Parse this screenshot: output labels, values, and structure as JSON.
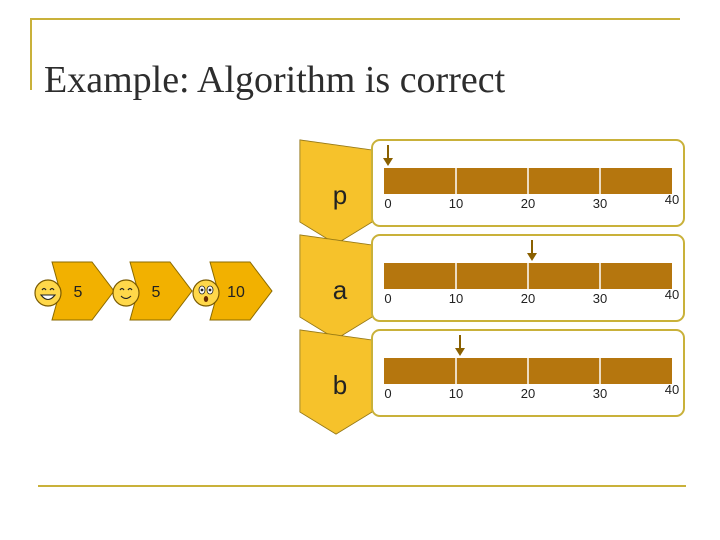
{
  "title": "Example: Algorithm is correct",
  "arrows": [
    {
      "value": "5",
      "face": "grinning-face-icon"
    },
    {
      "value": "5",
      "face": "smiling-face-icon"
    },
    {
      "value": "10",
      "face": "surprised-face-icon"
    }
  ],
  "rows": [
    {
      "label": "p",
      "ticks": [
        "0",
        "10",
        "20",
        "30",
        "40"
      ],
      "marker_value": 0
    },
    {
      "label": "a",
      "ticks": [
        "0",
        "10",
        "20",
        "30",
        "40"
      ],
      "marker_value": 20
    },
    {
      "label": "b",
      "ticks": [
        "0",
        "10",
        "20",
        "30",
        "40"
      ],
      "marker_value": 10
    }
  ],
  "colors": {
    "accent": "#c9b13a",
    "bar": "#b5760e",
    "arrow": "#f2b100",
    "arrow_stroke": "#8a6a00",
    "marker": "#8a6000"
  }
}
